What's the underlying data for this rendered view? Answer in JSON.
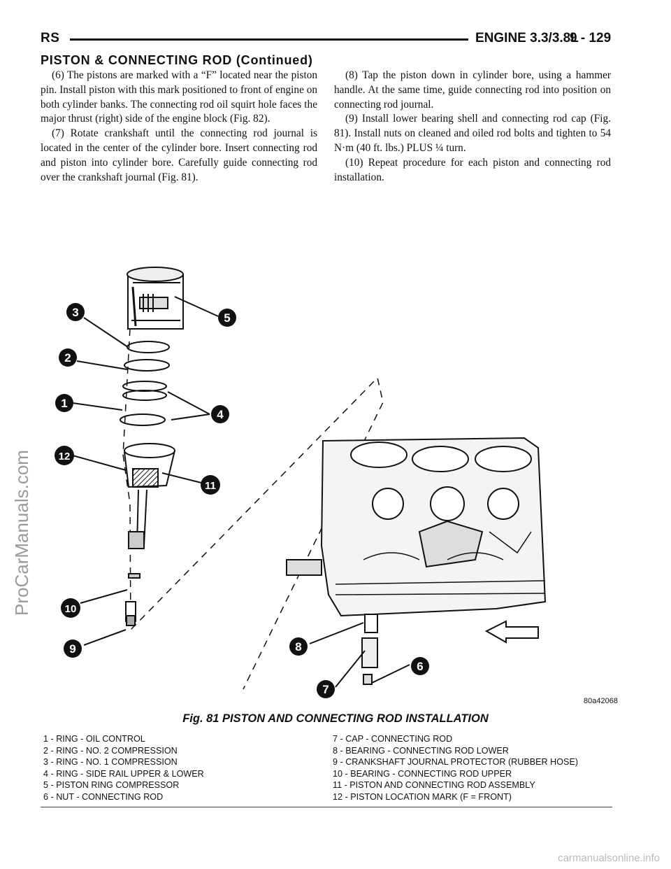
{
  "header": {
    "left": "RS",
    "title": "ENGINE 3.3/3.8L",
    "page": "9 - 129"
  },
  "section_title": "PISTON & CONNECTING ROD (Continued)",
  "left_column": [
    "(6) The pistons are marked with a “F” located near the piston pin. Install piston with this mark positioned to front of engine on both cylinder banks. The connecting rod oil squirt hole faces the major thrust (right) side of the engine block (Fig. 82).",
    "(7) Rotate crankshaft until the connecting rod journal is located in the center of the cylinder bore. Insert connecting rod and piston into cylinder bore. Carefully guide connecting rod over the crankshaft journal (Fig. 81)."
  ],
  "right_column": [
    "(8) Tap the piston down in cylinder bore, using a hammer handle. At the same time, guide connecting rod into position on connecting rod journal.",
    "(9) Install lower bearing shell and connecting rod cap (Fig. 81). Install nuts on cleaned and oiled rod bolts and tighten to 54 N·m (40 ft. lbs.) PLUS ¼ turn.",
    "(10) Repeat procedure for each piston and connecting rod installation."
  ],
  "figure": {
    "callouts": [
      "1",
      "2",
      "3",
      "4",
      "5",
      "6",
      "7",
      "8",
      "9",
      "10",
      "11",
      "12"
    ],
    "art_code": "80a42068",
    "caption": "Fig. 81 PISTON AND CONNECTING ROD INSTALLATION",
    "legend_left": [
      "1 - RING - OIL CONTROL",
      "2 - RING - NO. 2 COMPRESSION",
      "3 - RING - NO. 1 COMPRESSION",
      "4 - RING - SIDE RAIL UPPER & LOWER",
      "5 - PISTON RING COMPRESSOR",
      "6 - NUT - CONNECTING ROD"
    ],
    "legend_right": [
      "7 - CAP - CONNECTING ROD",
      "8 - BEARING - CONNECTING ROD LOWER",
      "9 - CRANKSHAFT JOURNAL PROTECTOR (RUBBER HOSE)",
      "10 - BEARING - CONNECTING ROD UPPER",
      "11 - PISTON AND CONNECTING ROD ASSEMBLY",
      "12 - PISTON LOCATION MARK (F = FRONT)"
    ]
  },
  "watermark": "ProCarManuals.com",
  "footer": "carmanualsonline.info"
}
